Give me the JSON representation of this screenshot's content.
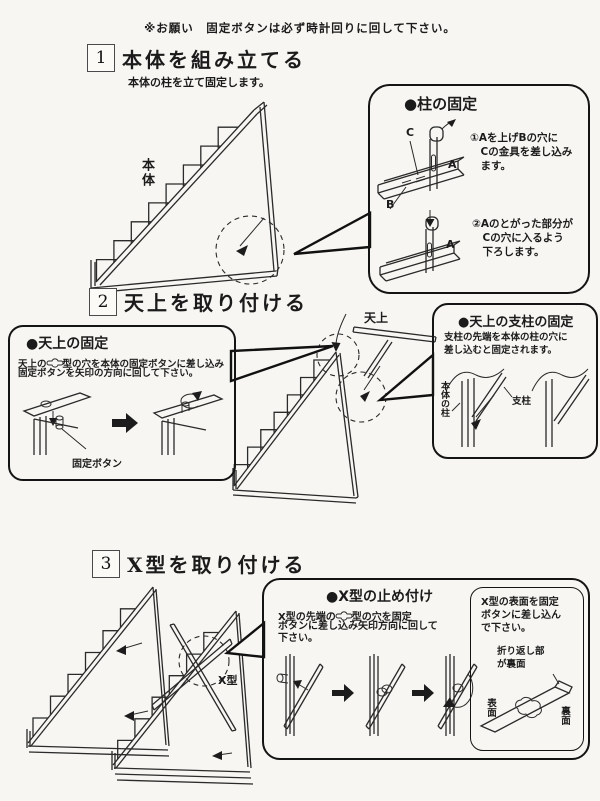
{
  "page": {
    "notice": "※お願い　固定ボタンは必ず時計回りに回して下さい。"
  },
  "step1": {
    "number": "1",
    "title": "本体を組み立てる",
    "subtitle": "本体の柱を立て固定します。",
    "body_label": "本体",
    "callout": {
      "title": "●柱の固定",
      "instruction1": "①Aを上げBの穴に\n　Cの金具を差し込み\n　ます。",
      "instruction2": "②Aのとがった部分が\n　Cの穴に入るよう\n　下ろします。",
      "label_c": "C",
      "label_a1": "A",
      "label_b": "B",
      "label_a2": "A"
    }
  },
  "step2": {
    "number": "2",
    "title": "天上を取り付ける",
    "tenjo_label": "天上",
    "callout_left": {
      "title": "●天上の固定",
      "line1_prefix": "天上の",
      "line1_suffix": "型の穴を本体の固定ボタンに差し込み",
      "line2": "固定ボタンを矢印の方向に回して下さい。",
      "button_label": "固定ボタン"
    },
    "callout_right": {
      "title": "●天上の支柱の固定",
      "text": "支柱の先端を本体の柱の穴に\n差し込むと固定されます。",
      "pillar_label": "本体の柱",
      "strut_label": "支柱"
    }
  },
  "step3": {
    "number": "3",
    "title": "X型を取り付ける",
    "x_label": "X型",
    "callout": {
      "title": "●X型の止め付け",
      "line1_prefix": "X型の先端の",
      "line1_suffix": "型の穴を固定",
      "line2": "ボタンに差し込み矢印方向に回して",
      "line3": "下さい。"
    },
    "callout_inner": {
      "text": "X型の表面を固定\nボタンに差し込ん\nで下さい。",
      "fold_label": "折り返し部\nが裏面",
      "front_label": "表面",
      "back_label": "裏面"
    }
  }
}
